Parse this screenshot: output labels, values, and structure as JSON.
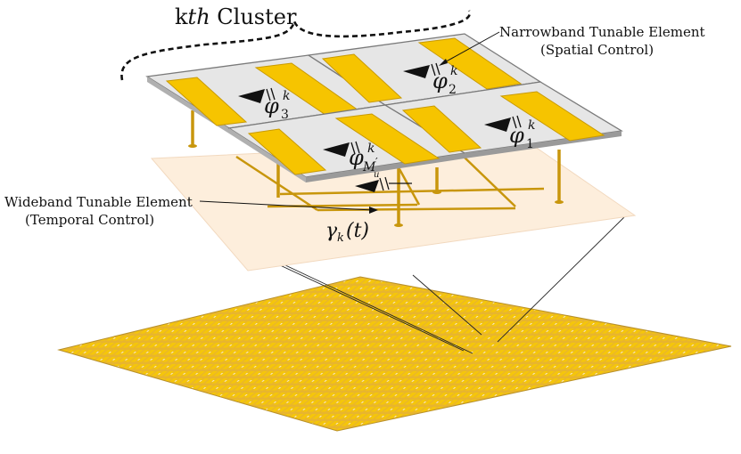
{
  "title": {
    "k": "k",
    "th": "th",
    "rest": " Cluster"
  },
  "labels": {
    "narrowband_line1": "Narrowband Tunable Element",
    "narrowband_line2": "(Spatial Control)",
    "wideband_line1": "Wideband Tunable Element",
    "wideband_line2": "(Temporal Control)"
  },
  "symbols": {
    "phi": "φ",
    "sup_k": "k",
    "phi1_sub": "1",
    "phi2_sub": "2",
    "phi3_sub": "3",
    "phiM_sub": "M",
    "phiM_subsub": "u",
    "phiM_prime": "′",
    "gamma": "γ",
    "gamma_sub": "k",
    "gamma_arg": "(t)"
  },
  "colors": {
    "patch": "#f6c400",
    "patch_stroke": "#c99a00",
    "tile": "#e6e6e6",
    "tile_stroke": "#7a7a7a",
    "feed": "#c8960c",
    "plane": "#fdeedc",
    "array_bg": "#e9b938"
  }
}
